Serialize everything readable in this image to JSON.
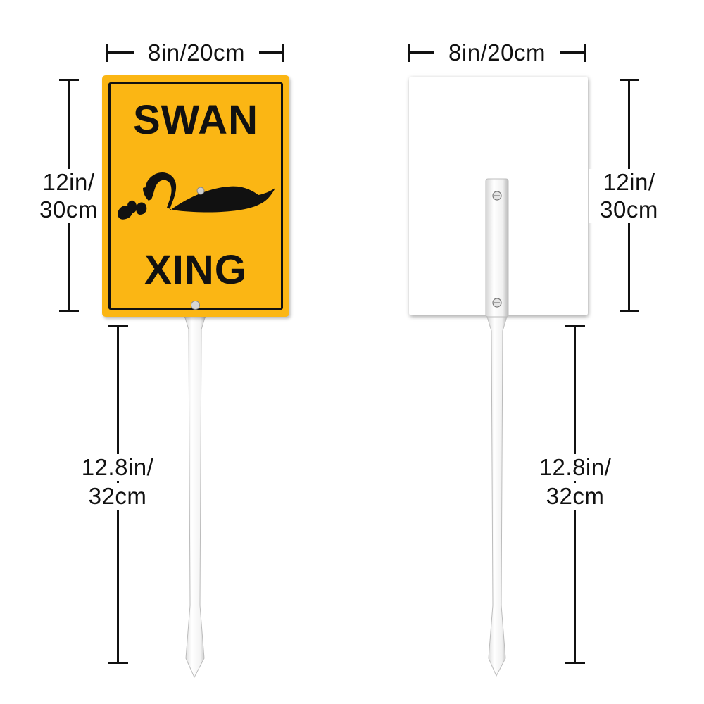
{
  "front": {
    "width_label": "8in/20cm",
    "height_label_line1": "12in/",
    "height_label_line2": "30cm",
    "stake_label_line1": "12.8in/",
    "stake_label_line2": "32cm",
    "sign_line1": "SWAN",
    "sign_line2": "XING",
    "sign_color": "#fbb614"
  },
  "back": {
    "width_label": "8in/20cm",
    "height_label_line1": "12in/",
    "height_label_line2": "30cm",
    "stake_label_line1": "12.8in/",
    "stake_label_line2": "32cm",
    "sign_color": "#ffffff"
  },
  "icons": {
    "swan": "swan-silhouette-icon"
  }
}
